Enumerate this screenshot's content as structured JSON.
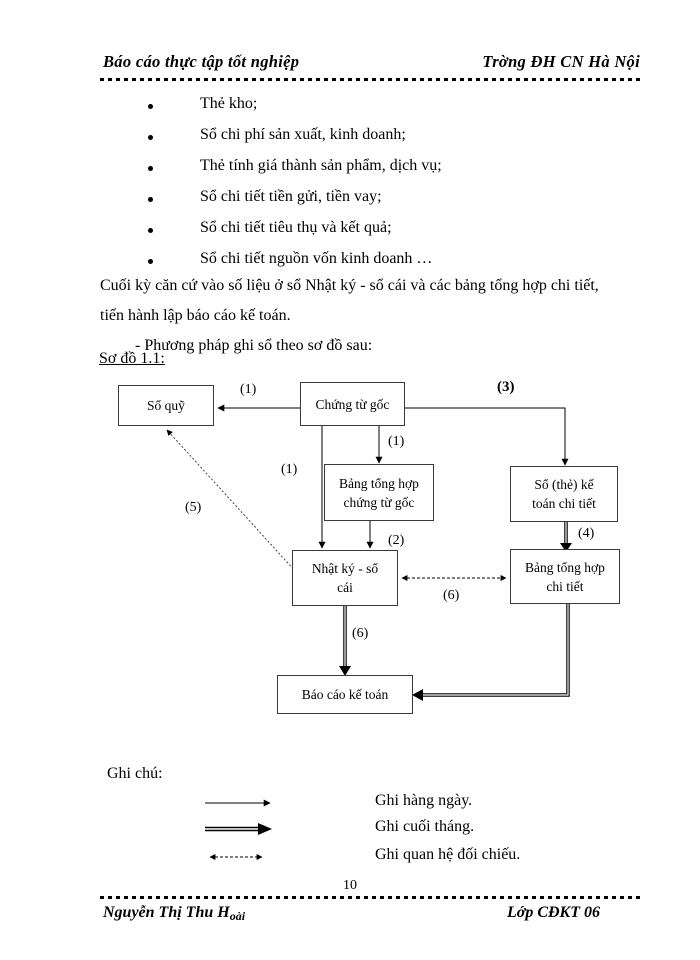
{
  "header": {
    "left_title": "Báo cáo thực tập tốt nghiệp",
    "right_title": "Trờng   ĐH CN Hà Nội"
  },
  "bullets": [
    {
      "text": "Thẻ kho;"
    },
    {
      "text": "Sổ chi phí sản xuất, kinh  doanh;"
    },
    {
      "text": "Thẻ tính giá  thành  sản phẩm, dịch vụ;"
    },
    {
      "text": "Sổ chi tiết tiền  gửi, tiền  vay;"
    },
    {
      "text": "Sổ chi tiết tiêu  thụ và kết quả;"
    },
    {
      "text": "Sổ chi tiết nguồn vốn kinh  doanh …"
    }
  ],
  "paragraphs": {
    "line1": "Cuối kỳ căn cứ vào số liệu  ở sổ Nhật ký - sổ cái và các bảng tổng hợp chi tiết,",
    "line2": "tiến hành lập báo cáo kế toán.",
    "line3": "- Phương pháp ghi sổ theo sơ đồ sau:",
    "caption": "Sơ đồ 1.1:"
  },
  "diagram": {
    "nodes": [
      {
        "id": "so-quy",
        "label": "Sổ quỹ"
      },
      {
        "id": "chung-tu-goc",
        "label": "Chứng từ gốc"
      },
      {
        "id": "bang-th-ctg",
        "label": "Bảng tổng hợp\nchứng từ gốc"
      },
      {
        "id": "so-the-ke-toan",
        "label": "Sổ (thẻ) kế\ntoán chi tiết"
      },
      {
        "id": "nhat-ky-so-cai",
        "label": "Nhật ký - sổ\ncái"
      },
      {
        "id": "bang-th-ct",
        "label": "Bảng tổng hợp\nchi tiết"
      },
      {
        "id": "bao-cao-ke-toan",
        "label": "Báo cáo kế toán"
      }
    ],
    "edge_labels": [
      {
        "id": "label-1a",
        "text": "(1)"
      },
      {
        "id": "label-3",
        "text": "(3)"
      },
      {
        "id": "label-1b",
        "text": "(1)"
      },
      {
        "id": "label-1c",
        "text": "(1)"
      },
      {
        "id": "label-5",
        "text": "(5)"
      },
      {
        "id": "label-2",
        "text": "(2)"
      },
      {
        "id": "label-4",
        "text": "(4)"
      },
      {
        "id": "label-6a",
        "text": "(6)"
      },
      {
        "id": "label-6b",
        "text": "(6)"
      }
    ]
  },
  "legend": {
    "title": "Ghi chú:",
    "items": [
      {
        "style": "single-arrow",
        "text": "Ghi hàng ngày."
      },
      {
        "style": "double-arrow",
        "text": "Ghi cuối tháng."
      },
      {
        "style": "dotted-bidirectional-arrow",
        "text": "Ghi quan hệ đối chiếu."
      }
    ]
  },
  "footer": {
    "page_number": "10",
    "author_main": "Nguyễn Thị Thu H",
    "author_sub": "oài",
    "class": "Lớp CĐKT 06"
  },
  "colors": {
    "text": "#000000",
    "box_border": "#3a3a3a",
    "background": "#ffffff"
  }
}
